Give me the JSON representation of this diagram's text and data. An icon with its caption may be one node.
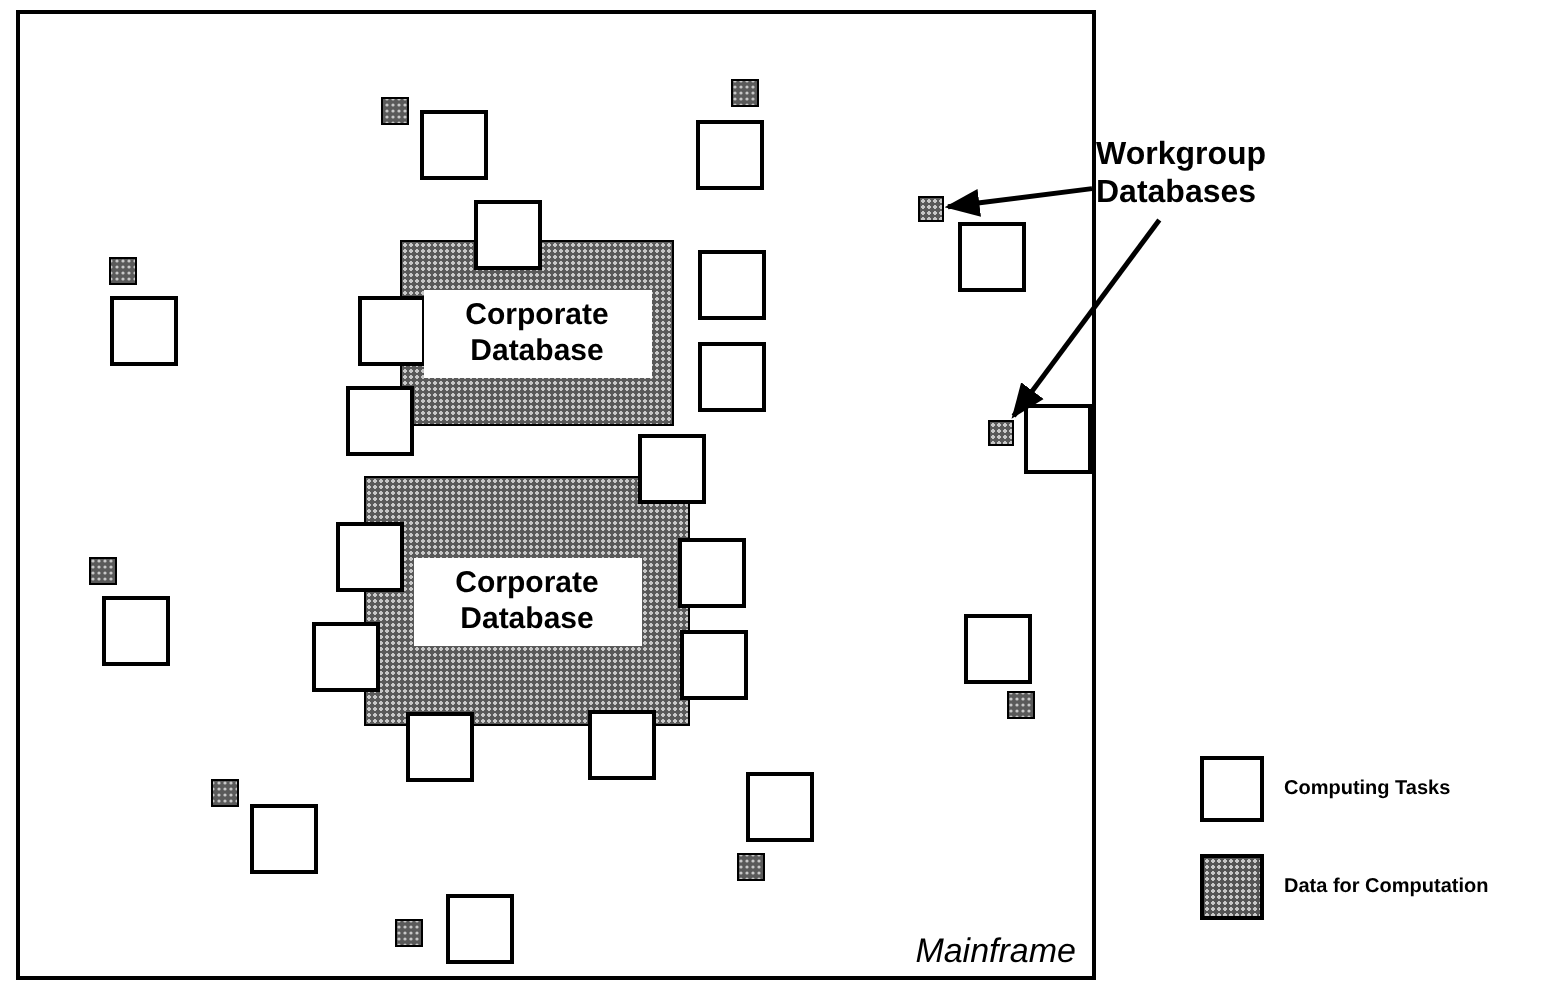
{
  "diagram": {
    "nodes": [
      {
        "text": [
          "Mainframe"
        ]
      },
      {
        "text": [
          "Corporate Database"
        ],
        "in": 0
      },
      {
        "text": [
          "Corporate Database"
        ],
        "in": 0
      },
      {
        "text": [
          "Workgroup Databases"
        ]
      },
      {
        "text": [],
        "shape": "box",
        "in": 0
      },
      {
        "text": [],
        "shape": "box",
        "in": 0
      }
    ],
    "edges": [
      {
        "from": 3,
        "to": 4,
        "arrow": "to"
      },
      {
        "from": 3,
        "to": 5,
        "arrow": "to"
      }
    ],
    "legend": [
      {
        "text": "Computing Tasks",
        "color": "#ffffff"
      },
      {
        "text": "Data for Computation",
        "color": "#555555"
      }
    ]
  }
}
